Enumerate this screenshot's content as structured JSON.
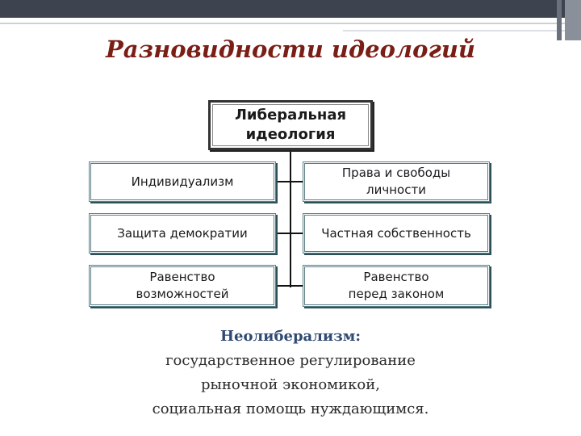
{
  "title": "Разновидности идеологий",
  "diagram": {
    "root": "Либеральная\nидеология",
    "left": [
      "Индивидуализм",
      "Защита демократии",
      "Равенство\nвозможностей"
    ],
    "right": [
      "Права и свободы\nличности",
      "Частная собственность",
      "Равенство\nперед законом"
    ]
  },
  "neoliberalism": {
    "heading": "Неолиберализм:",
    "lines": [
      "государственное регулирование",
      "рыночной экономикой,",
      "социальная помощь нуждающимся."
    ]
  },
  "colors": {
    "title": "#7a1e16",
    "box_border": "#5a7f86",
    "heading": "#2f4a72",
    "top_bar": "#3e4350"
  }
}
